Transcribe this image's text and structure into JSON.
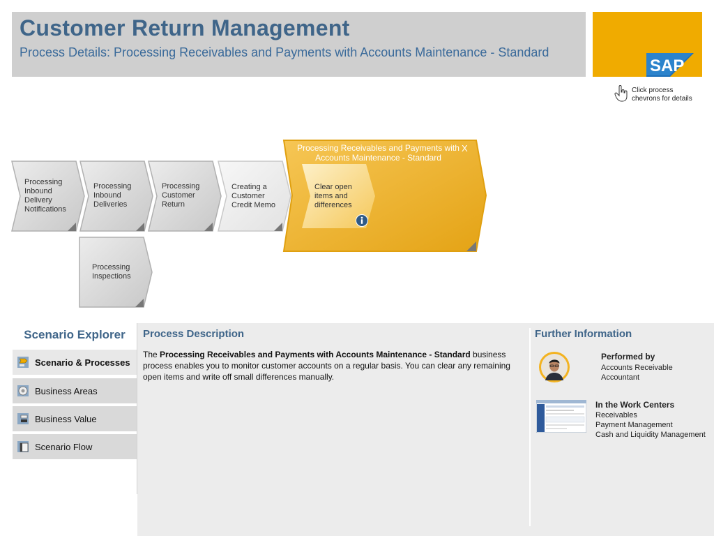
{
  "header": {
    "title": "Customer Return Management",
    "subtitle": "Process Details: Processing Receivables and Payments with Accounts Maintenance - Standard",
    "logo_text": "SAP"
  },
  "hint": {
    "text": "Click process chevrons for details",
    "icon": "hand-pointer-icon"
  },
  "process_flow": {
    "chevrons": [
      {
        "label": "Processing Inbound Delivery Notifications"
      },
      {
        "label": "Processing Inbound Deliveries"
      },
      {
        "label": "Processing Customer Return"
      },
      {
        "label": "Creating a Customer Credit Memo"
      },
      {
        "label": "Processing Inspections"
      }
    ],
    "expanded": {
      "title": "Processing Receivables and Payments with Accounts Maintenance - Standard",
      "close_label": "X",
      "step_label": "Clear open items and differences",
      "info_icon": "info-icon"
    }
  },
  "explorer": {
    "title": "Scenario Explorer",
    "items": [
      {
        "label": "Scenario & Processes",
        "active": true,
        "icon": "scenario-processes-icon"
      },
      {
        "label": "Business Areas",
        "active": false,
        "icon": "business-areas-icon"
      },
      {
        "label": "Business Value",
        "active": false,
        "icon": "business-value-icon"
      },
      {
        "label": "Scenario Flow",
        "active": false,
        "icon": "scenario-flow-icon"
      }
    ]
  },
  "process_description": {
    "title": "Process Description",
    "prefix": "The ",
    "bold": "Processing Receivables and Payments with Accounts Maintenance - Standard",
    "rest": " business process enables you to monitor customer accounts on a regular basis. You can clear any remaining open items and write off small differences manually."
  },
  "further_info": {
    "title": "Further Information",
    "performed_by_title": "Performed by",
    "performed_by_role": "Accounts Receivable Accountant",
    "work_centers_title": "In the Work Centers",
    "work_centers": [
      "Receivables",
      "Payment Management",
      "Cash and Liquidity Management"
    ]
  },
  "colors": {
    "accent_blue": "#3f6589",
    "sap_gold": "#f0ab00",
    "chevron_gray": "#d2d2d2",
    "panel_gold": "#efb63c"
  }
}
